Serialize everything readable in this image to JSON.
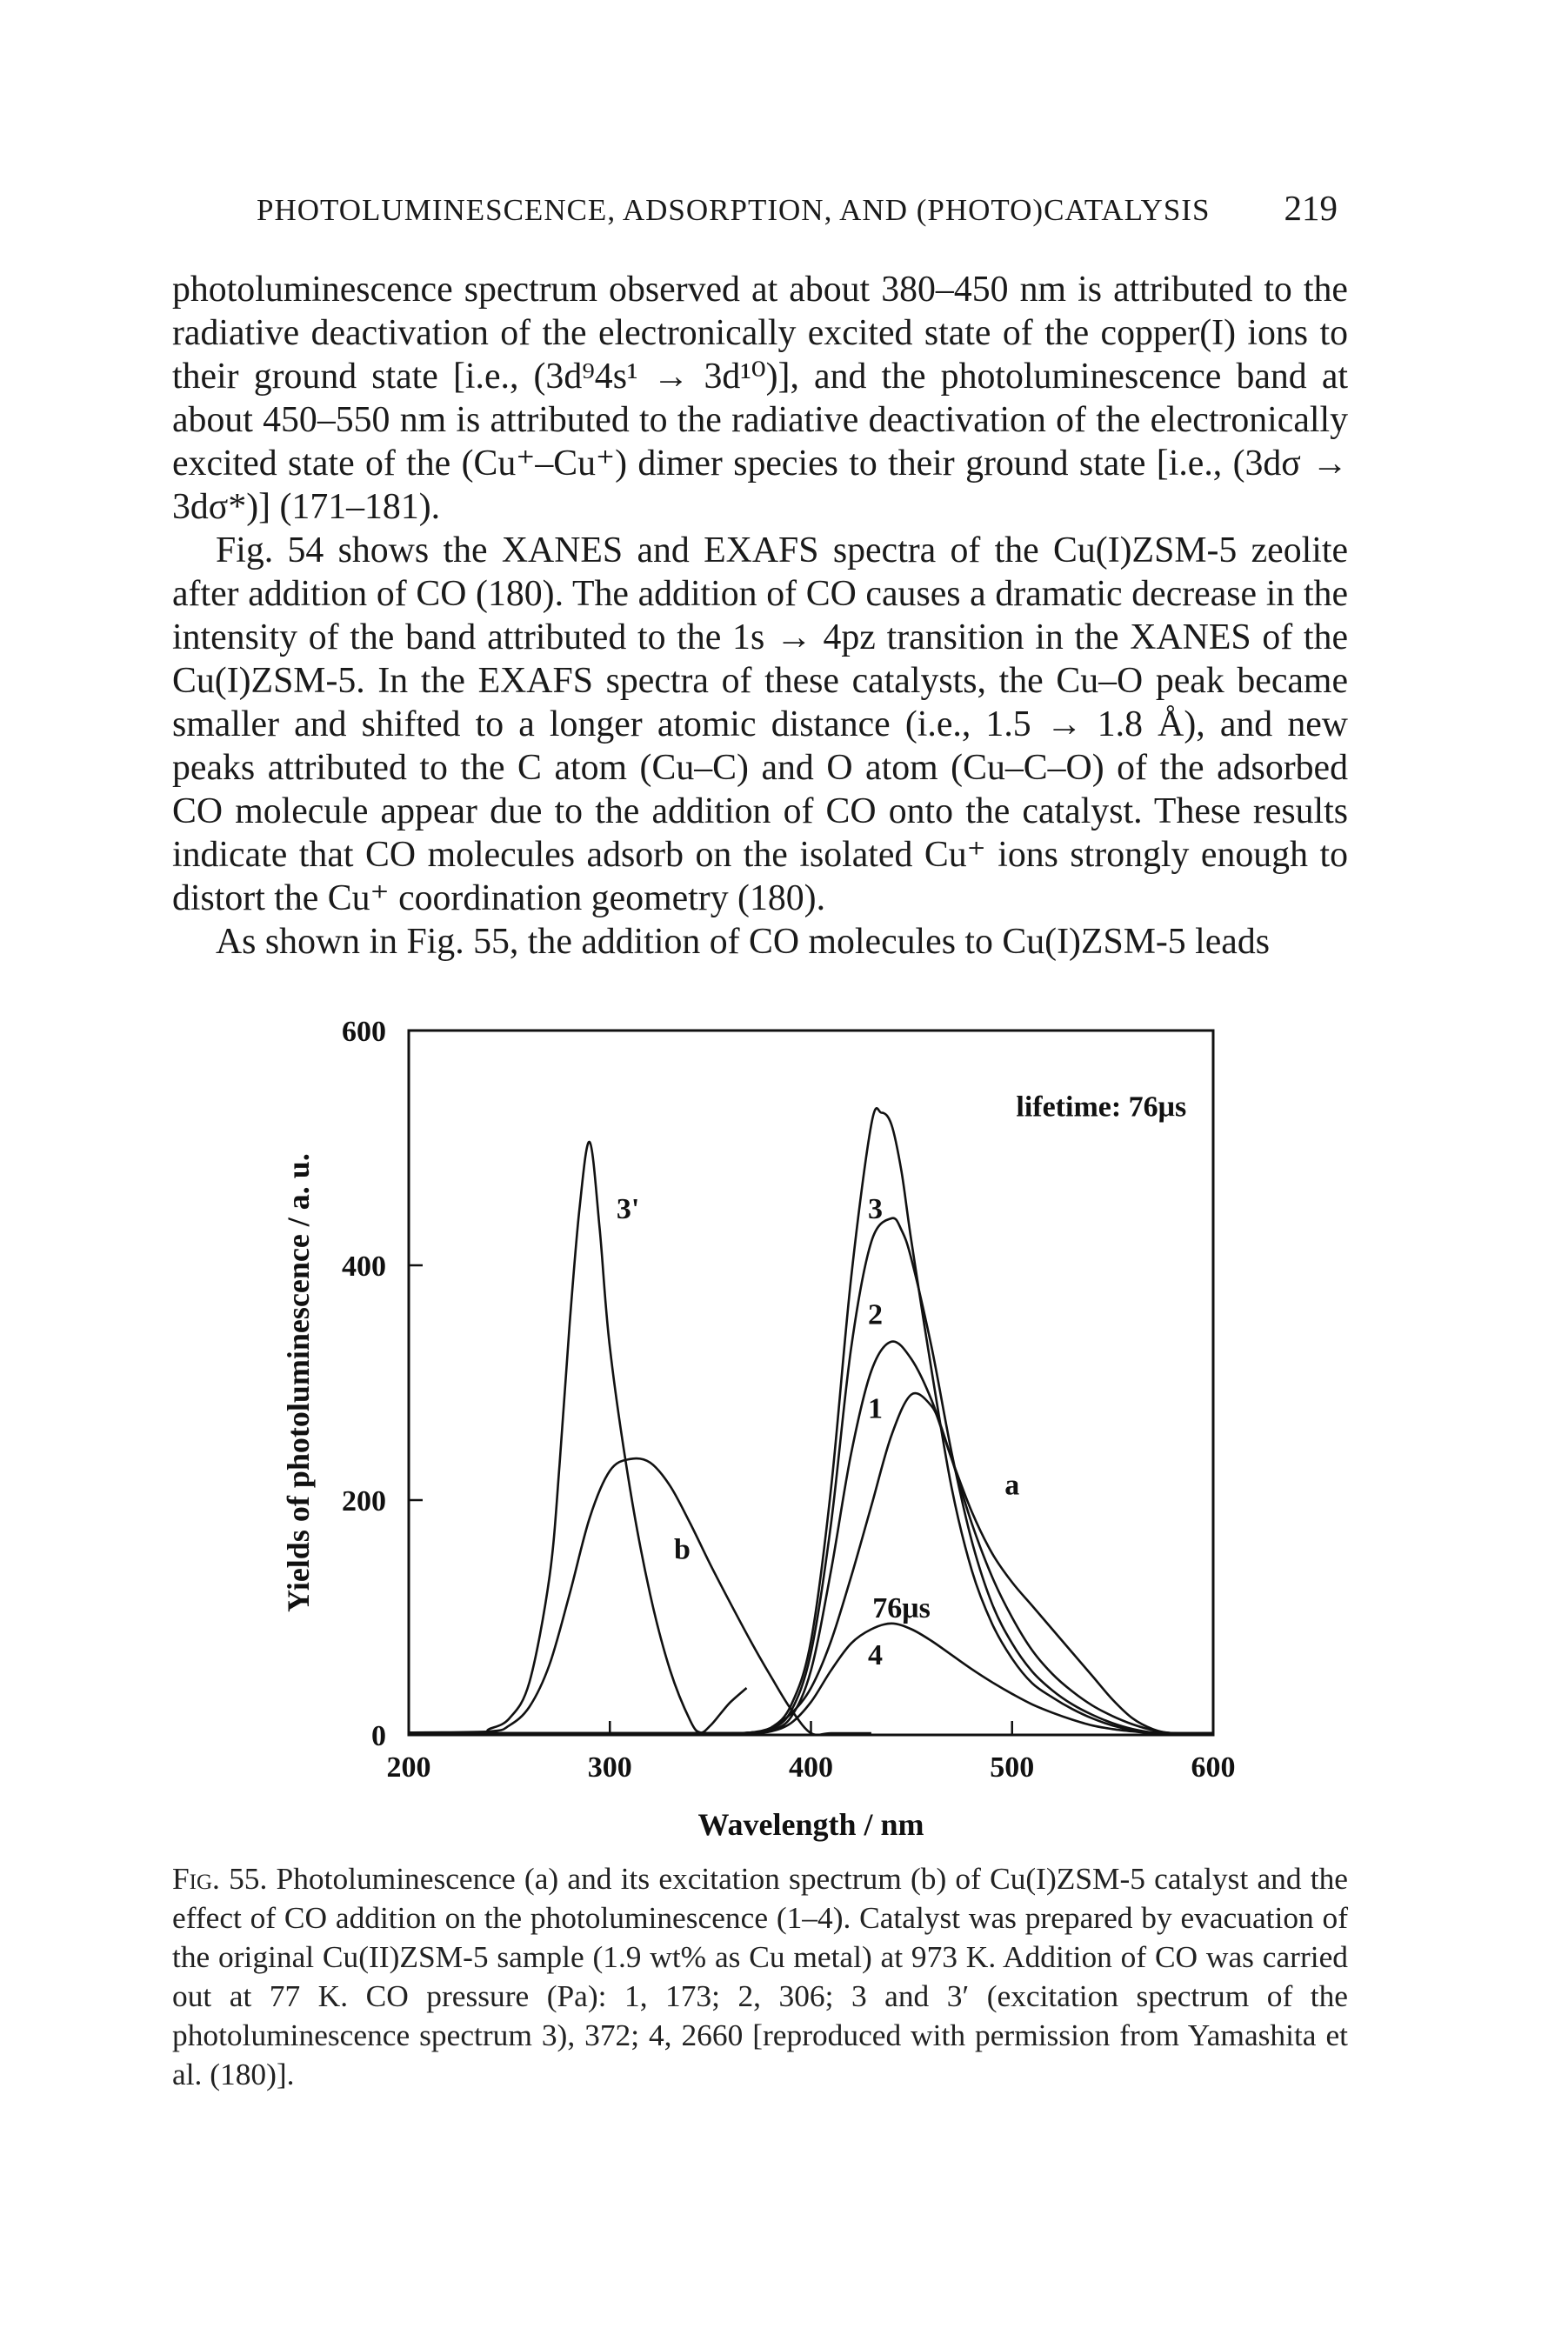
{
  "running_head": {
    "title": "PHOTOLUMINESCENCE, ADSORPTION, AND (PHOTO)CATALYSIS",
    "page_number": "219"
  },
  "body": {
    "p1": "photoluminescence spectrum observed at about 380–450 nm is attributed to the radiative deactivation of the electronically excited state of the copper(I) ions to their ground state [i.e., (3d⁹4s¹ → 3d¹⁰)], and the photoluminescence band at about 450–550 nm is attributed to the radiative deactivation of the electronically excited state of the (Cu⁺–Cu⁺) dimer species to their ground state [i.e., (3dσ → 3dσ*)] (171–181).",
    "p2": "Fig. 54 shows the XANES and EXAFS spectra of the Cu(I)ZSM-5 zeolite after addition of CO (180). The addition of CO causes a dramatic decrease in the intensity of the band attributed to the 1s → 4pz transition in the XANES of the Cu(I)ZSM-5. In the EXAFS spectra of these catalysts, the Cu–O peak became smaller and shifted to a longer atomic distance (i.e., 1.5 → 1.8 Å), and new peaks attributed to the C atom (Cu–C) and O atom (Cu–C–O) of the adsorbed CO molecule appear due to the addition of CO onto the catalyst. These results indicate that CO molecules adsorb on the isolated Cu⁺ ions strongly enough to distort the Cu⁺ coordination geometry (180).",
    "p3": "As shown in Fig. 55, the addition of CO molecules to Cu(I)ZSM-5 leads"
  },
  "chart_data": {
    "type": "line",
    "xlabel": "Wavelength / nm",
    "ylabel": "Yields of photoluminescence / a. u.",
    "xlim": [
      200,
      600
    ],
    "ylim": [
      0,
      600
    ],
    "xticks": [
      200,
      300,
      400,
      500,
      600
    ],
    "yticks": [
      0,
      200,
      400,
      600
    ],
    "grid": false,
    "annotations": [
      "lifetime: 76μs",
      "76μs"
    ],
    "series": [
      {
        "name": "3'",
        "x": [
          200,
          235,
          240,
          250,
          260,
          270,
          275,
          280,
          285,
          290,
          295,
          300,
          310,
          320,
          330,
          340,
          345,
          350,
          355,
          360,
          368
        ],
        "y": [
          2,
          2,
          5,
          14,
          45,
          135,
          230,
          350,
          450,
          505,
          430,
          330,
          210,
          120,
          55,
          12,
          2,
          8,
          18,
          28,
          40
        ]
      },
      {
        "name": "b",
        "x": [
          200,
          240,
          250,
          260,
          270,
          280,
          290,
          300,
          310,
          320,
          330,
          340,
          350,
          360,
          370,
          380,
          390,
          400,
          410,
          430
        ],
        "y": [
          2,
          3,
          8,
          24,
          60,
          120,
          185,
          225,
          235,
          232,
          212,
          180,
          145,
          112,
          80,
          50,
          22,
          0,
          0,
          0
        ]
      },
      {
        "name": "3",
        "x": [
          200,
          340,
          360,
          370,
          380,
          390,
          400,
          410,
          420,
          430,
          435,
          440,
          445,
          450,
          460,
          470,
          480,
          490,
          500,
          510,
          520,
          530,
          540,
          550,
          560,
          570,
          580,
          600
        ],
        "y": [
          0,
          0,
          0,
          2,
          6,
          25,
          80,
          210,
          390,
          520,
          530,
          520,
          480,
          420,
          310,
          210,
          140,
          95,
          65,
          44,
          32,
          22,
          14,
          8,
          4,
          2,
          0,
          0
        ]
      },
      {
        "name": "2",
        "x": [
          200,
          340,
          360,
          370,
          380,
          390,
          400,
          410,
          420,
          430,
          440,
          445,
          450,
          460,
          470,
          480,
          490,
          500,
          510,
          520,
          530,
          540,
          550,
          560,
          570,
          580,
          600
        ],
        "y": [
          0,
          0,
          0,
          2,
          5,
          20,
          70,
          180,
          330,
          420,
          440,
          430,
          405,
          330,
          240,
          165,
          112,
          78,
          54,
          38,
          26,
          17,
          10,
          5,
          2,
          0,
          0
        ]
      },
      {
        "name": "1",
        "x": [
          200,
          340,
          360,
          370,
          380,
          390,
          400,
          410,
          420,
          430,
          440,
          450,
          460,
          470,
          480,
          490,
          500,
          510,
          520,
          530,
          540,
          550,
          560,
          570,
          580,
          600
        ],
        "y": [
          0,
          0,
          0,
          2,
          4,
          15,
          55,
          140,
          240,
          310,
          335,
          320,
          285,
          235,
          180,
          135,
          100,
          72,
          52,
          37,
          25,
          16,
          9,
          4,
          1,
          0
        ]
      },
      {
        "name": "a",
        "x": [
          200,
          340,
          360,
          370,
          380,
          390,
          400,
          410,
          420,
          430,
          440,
          450,
          460,
          465,
          470,
          480,
          490,
          500,
          510,
          520,
          530,
          540,
          550,
          560,
          570,
          580,
          600
        ],
        "y": [
          0,
          0,
          0,
          2,
          6,
          18,
          40,
          80,
          135,
          195,
          255,
          290,
          280,
          260,
          235,
          190,
          155,
          130,
          110,
          90,
          70,
          50,
          30,
          14,
          5,
          1,
          0
        ]
      },
      {
        "name": "4",
        "x": [
          200,
          340,
          360,
          370,
          380,
          390,
          400,
          410,
          420,
          430,
          440,
          450,
          460,
          470,
          480,
          490,
          500,
          510,
          520,
          530,
          540,
          550,
          560,
          570,
          580,
          600
        ],
        "y": [
          0,
          0,
          0,
          1,
          3,
          10,
          28,
          55,
          78,
          90,
          95,
          90,
          80,
          68,
          56,
          45,
          35,
          26,
          19,
          13,
          8,
          5,
          3,
          1,
          0,
          0
        ]
      }
    ],
    "curve_labels": [
      "3'",
      "b",
      "3",
      "2",
      "1",
      "a",
      "4"
    ]
  },
  "caption": {
    "label": "Fig. 55.",
    "text": "Photoluminescence (a) and its excitation spectrum (b) of Cu(I)ZSM-5 catalyst and the effect of CO addition on the photoluminescence (1–4). Catalyst was prepared by evacuation of the original Cu(II)ZSM-5 sample (1.9 wt% as Cu metal) at 973 K. Addition of CO was carried out at 77 K. CO pressure (Pa): 1, 173; 2, 306; 3 and 3′ (excitation spectrum of the photoluminescence spectrum 3), 372; 4, 2660 [reproduced with permission from Yamashita et al. (180)]."
  }
}
